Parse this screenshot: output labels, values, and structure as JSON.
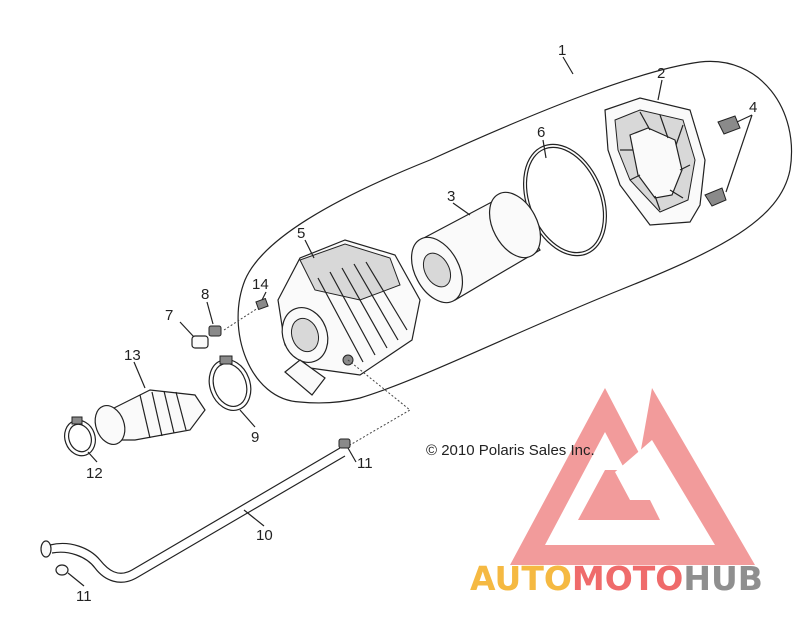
{
  "diagram": {
    "copyright": "© 2010 Polaris Sales Inc.",
    "callouts": {
      "c1": "1",
      "c2": "2",
      "c3": "3",
      "c4": "4",
      "c5": "5",
      "c6": "6",
      "c7": "7",
      "c8": "8",
      "c9": "9",
      "c10": "10",
      "c11a": "11",
      "c11b": "11",
      "c12": "12",
      "c13": "13",
      "c14": "14"
    }
  },
  "watermark": {
    "part1": "AUTO",
    "part2": "MOTO",
    "part3": "HUB",
    "colors": {
      "orange": "#f5b942",
      "red": "#ef6b6b",
      "gray": "#8f8f8f",
      "logo": "#f08080"
    }
  }
}
